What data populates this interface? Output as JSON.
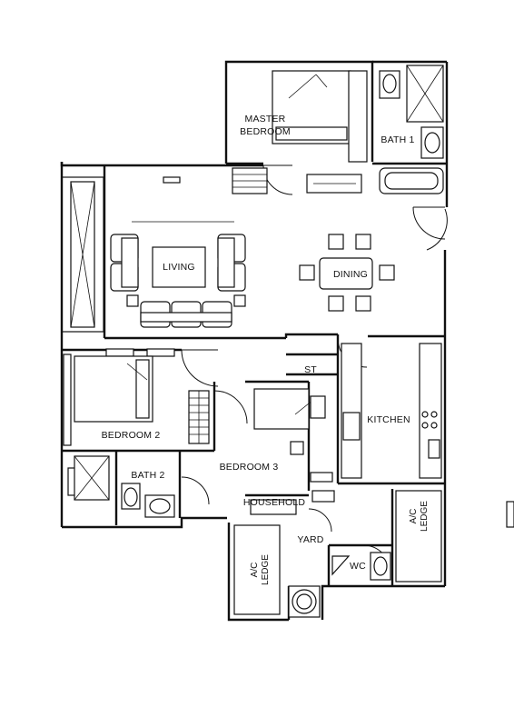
{
  "rooms": {
    "master_bedroom": [
      "MASTER",
      "BEDROOM"
    ],
    "bath1": "BATH 1",
    "living": "LIVING",
    "dining": "DINING",
    "st": "ST",
    "kitchen": "KITCHEN",
    "bedroom2": "BEDROOM 2",
    "bath2": "BATH 2",
    "bedroom3": "BEDROOM 3",
    "household": "HOUSEHOLD",
    "yard": "YARD",
    "wc": "WC",
    "ac_ledge_left": [
      "A/C",
      "LEDGE"
    ],
    "ac_ledge_right": [
      "A/C",
      "LEDGE"
    ]
  },
  "colors": {
    "line": "#111111",
    "background": "#ffffff"
  }
}
